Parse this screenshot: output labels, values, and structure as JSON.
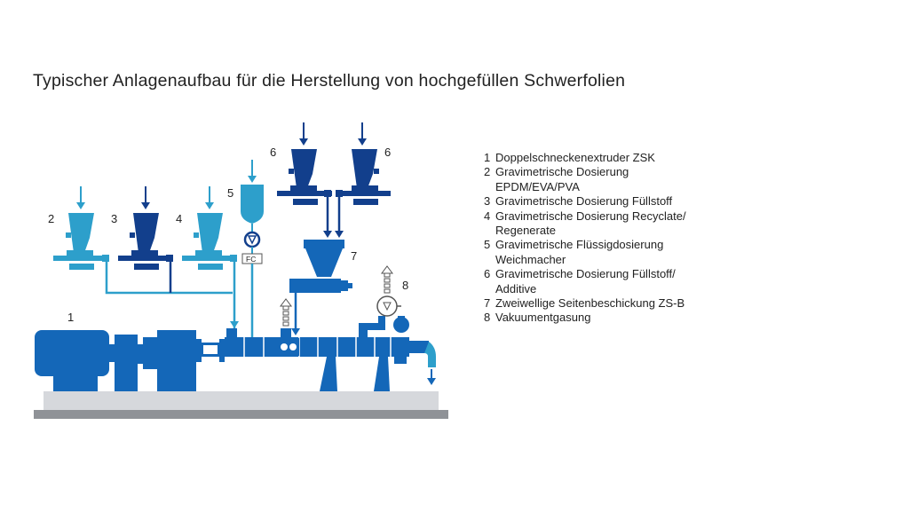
{
  "title": "Typischer Anlagenaufbau für die Herstellung von hochgefüllen Schwerfolien",
  "colors": {
    "extruder": "#1467b8",
    "light_feeder": "#2d9fcb",
    "dark_feeder": "#123f8c",
    "base_light": "#d6d8dc",
    "base_dark": "#8f9297"
  },
  "callouts": {
    "c1": "1",
    "c2": "2",
    "c3": "3",
    "c4": "4",
    "c5": "5",
    "c6a": "6",
    "c6b": "6",
    "c7": "7",
    "c8": "8",
    "fc": "FC"
  },
  "legend": [
    {
      "num": "1",
      "text": "Doppelschneckenextruder ZSK"
    },
    {
      "num": "2",
      "text": "Gravimetrische Dosierung\nEPDM/EVA/PVA"
    },
    {
      "num": "3",
      "text": "Gravimetrische Dosierung Füllstoff"
    },
    {
      "num": "4",
      "text": "Gravimetrische Dosierung Recyclate/\nRegenerate"
    },
    {
      "num": "5",
      "text": "Gravimetrische Flüssigdosierung\nWeichmacher"
    },
    {
      "num": "6",
      "text": "Gravimetrische Dosierung Füllstoff/\nAdditive"
    },
    {
      "num": "7",
      "text": "Zweiwellige Seitenbeschickung ZS-B"
    },
    {
      "num": "8",
      "text": "Vakuumentgasung"
    }
  ]
}
